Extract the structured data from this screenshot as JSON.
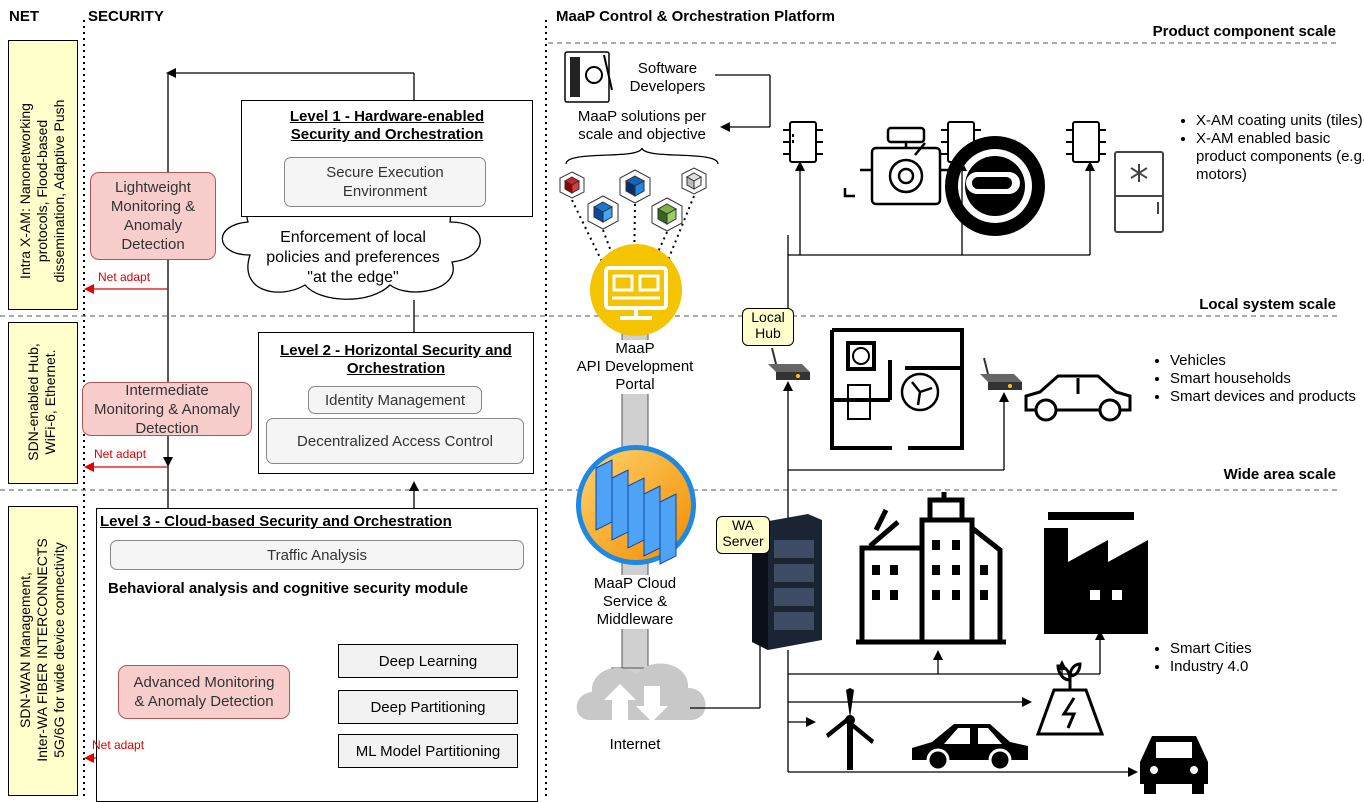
{
  "headers": {
    "net": "NET",
    "security": "SECURITY",
    "platform": "MaaP Control & Orchestration Platform"
  },
  "scales": {
    "product": "Product component scale",
    "local": "Local system scale",
    "wide": "Wide area scale"
  },
  "net_labels": {
    "intra": [
      "Intra X-AM: Nanonetworking",
      "protocols, Flood-based",
      "dissemination, Adaptive Push"
    ],
    "sdn_hub": [
      "SDN-enabled Hub,",
      "WiFi-6, Ethernet."
    ],
    "sdn_wan": [
      "SDN-WAN Management,",
      "Inter-WA FIBER INTERCONNECTS",
      "5G/6G for wide device connectivity"
    ]
  },
  "security": {
    "level1": {
      "title": [
        "Level 1 - Hardware-enabled",
        "Security and Orchestration"
      ],
      "see": [
        "Secure Execution",
        "Environment"
      ]
    },
    "cloud_text": [
      "Enforcement of local",
      "policies and preferences",
      "\"at the edge\""
    ],
    "level2": {
      "title": [
        "Level 2 - Horizontal Security and",
        "Orchestration"
      ],
      "identity": "Identity Management",
      "access": "Decentralized Access Control"
    },
    "level3": {
      "title": "Level 3 - Cloud-based Security and Orchestration",
      "traffic": "Traffic Analysis",
      "behavioral": "Behavioral analysis and cognitive security module",
      "deep_learning": "Deep Learning",
      "deep_partitioning": "Deep Partitioning",
      "ml_partitioning": "ML Model Partitioning"
    },
    "monitor_light": [
      "Lightweight",
      "Monitoring &",
      "Anomaly",
      "Detection"
    ],
    "monitor_inter": [
      "Intermediate",
      "Monitoring & Anomaly",
      "Detection"
    ],
    "monitor_adv": [
      "Advanced Monitoring",
      "& Anomaly Detection"
    ],
    "net_adapt": "Net adapt"
  },
  "platform": {
    "software_developers": [
      "Software",
      "Developers"
    ],
    "solutions": [
      "MaaP solutions per",
      "scale and objective"
    ],
    "api_portal": [
      "MaaP",
      "API Development",
      "Portal"
    ],
    "cloud_service": [
      "MaaP Cloud",
      "Service &",
      "Middleware"
    ],
    "internet": "Internet"
  },
  "devices": {
    "local_hub": [
      "Local",
      "Hub"
    ],
    "wa_server": [
      "WA",
      "Server"
    ],
    "product_bullets": [
      "X-AM coating units (tiles)",
      "X-AM enabled basic product components (e.g., motors)"
    ],
    "local_bullets": [
      "Vehicles",
      "Smart households",
      "Smart devices and products"
    ],
    "wide_bullets": [
      "Smart Cities",
      "Industry 4.0"
    ]
  },
  "colors": {
    "yellow": "#ffffcc",
    "pink": "#f8cecc",
    "pink_border": "#b85450",
    "red_arrow": "#e00000",
    "portal_yellow": "#f5c400",
    "cloud_blue": "#1e88e5",
    "cloud_orange": "#f39c12"
  }
}
